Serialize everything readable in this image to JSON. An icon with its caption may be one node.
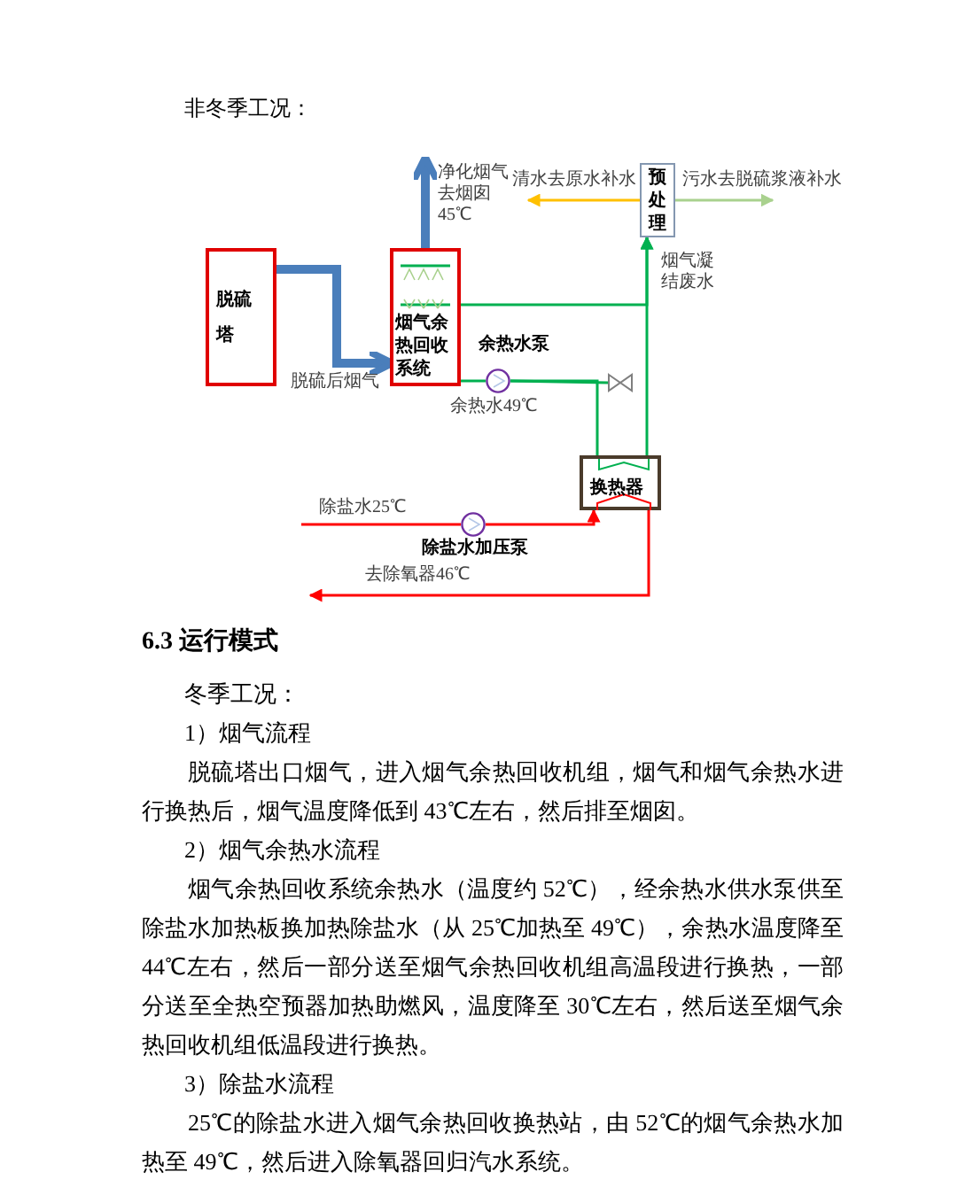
{
  "diagram": {
    "title": "非冬季工况：",
    "nodes": [
      {
        "text": [
          "脱硫塔"
        ]
      },
      {
        "text": [
          "烟气余热回收系统"
        ]
      },
      {
        "text": [
          "预处理"
        ]
      },
      {
        "text": [
          "换热器"
        ]
      },
      {
        "text": [],
        "shape": "circle",
        "beside": [
          "余热水泵",
          "余热水49℃"
        ]
      },
      {
        "text": [],
        "shape": "circle",
        "beside": [
          "除盐水加压泵"
        ]
      },
      {
        "text": [],
        "shape": "valve"
      }
    ],
    "edges": [
      {
        "from": 0,
        "to": 1,
        "arrow": "to",
        "label": "脱硫后烟气",
        "style": "thick",
        "color": "#4a7ebb"
      },
      {
        "from": 1,
        "to": null,
        "arrow": "to",
        "label": "净化烟气去烟囱45℃",
        "style": "thick",
        "color": "#4a7ebb"
      },
      {
        "from": 1,
        "to": 2,
        "arrow": "to",
        "label": "烟气凝结废水"
      },
      {
        "from": 3,
        "to": 2,
        "arrow": "to"
      },
      {
        "from": 1,
        "to": 4,
        "arrow": "none"
      },
      {
        "from": 4,
        "to": 3,
        "arrow": "none"
      },
      {
        "from": 4,
        "to": 6,
        "arrow": "none"
      },
      {
        "from": 2,
        "to": null,
        "arrow": "to",
        "label": "清水去原水补水",
        "color": "#ffc000"
      },
      {
        "from": 2,
        "to": null,
        "arrow": "to",
        "label": "污水去脱硫浆液补水",
        "color": "#a9d18e"
      },
      {
        "from": null,
        "to": 5,
        "arrow": "none",
        "label": "除盐水25℃",
        "color": "#ff0000"
      },
      {
        "from": 5,
        "to": 3,
        "arrow": "to",
        "color": "#ff0000"
      },
      {
        "from": 3,
        "to": null,
        "arrow": "to",
        "label": "去除氧器46℃",
        "color": "#ff0000"
      }
    ],
    "labels": [
      "6.3 运行模式",
      "冬季工况：",
      "1）烟气流程",
      "脱硫塔出口烟气，进入烟气余热回收机组，烟气和烟气余热水进行换热后，烟气温度降低到 43℃左右，然后排至烟囱。",
      "2）烟气余热水流程",
      "烟气余热回收系统余热水（温度约 52℃），经余热水供水泵供至除盐水加热板换加热除盐水（从 25℃加热至 49℃），余热水温度降至 44℃左右，然后一部分送至烟气余热回收机组高温段进行换热，一部分送至全热空预器加热助燃风，温度降至 30℃左右，然后送至烟气余热回收机组低温段进行换热。",
      "3）除盐水流程",
      "25℃的除盐水进入烟气余热回收换热站，由 52℃的烟气余热水加热至 49℃，然后进入除氧器回归汽水系统。"
    ]
  }
}
